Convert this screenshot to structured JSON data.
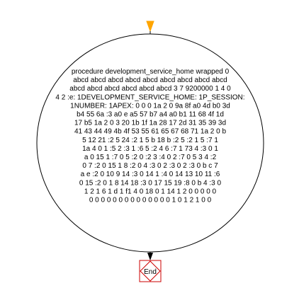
{
  "diagram": {
    "procedure_node": {
      "lines": [
        "procedure development_service_home wrapped 0",
        "abcd abcd abcd abcd abcd abcd abcd abcd abcd",
        "abcd abcd abcd abcd abcd abcd 3 7 9200000 1 4 0",
        "4 2 :e: 1DEVELOPMENT_SERVICE_HOME: 1P_SESSION:",
        "1NUMBER: 1APEX: 0 0 0 1a 2 0 9a 8f a0 4d b0 3d",
        "b4 55 6a :3 a0 e a5 57 b7 a4 a0 b1 11 68 4f 1d",
        "17 b5 1a 2 0 3 20 1b 1f 1a 28 17 2d 31 35 39 3d",
        "41 43 44 49 4b 4f 53 55 61 65 67 68 71 1a 2 0 b",
        "5 12 21 :2 5 24 :2 1 5 b 18 b :2 5 :2 1 5 :7 1",
        "1a 4 0 1 :5 2 :3 1 :6 5 :2 4 6 :7 1 73 4 :3 0 1",
        "a 0 15 1 :7 0 5 :2 0 :2 3 :4 0 2 :7 0 5 3 4 :2",
        "0 7 :2 0 15 1 8 :2 0 4 :3 0 2 :3 0 2 :3 0 b c 7",
        "a e :2 0 10 9 14 :3 0 14 1 :4 0 14 13 10 11 :6",
        "0 15 :2 0 1 8 14 18 :3 0 17 15 19 :8 0 b 4 :3 0",
        "1 2 1 6 1 d 1 f1 4 0 18 0 1 14 1 2 0 0 0 0 0",
        "0 0 0 0 0 0 0 0 0 0 0 0 0 0 1 0 1 2 1 0 0"
      ]
    },
    "end_node": {
      "label": "End"
    },
    "colors": {
      "start_arrow": "#ffa500",
      "end_box_border": "#cc0000",
      "stroke": "#000000"
    }
  }
}
